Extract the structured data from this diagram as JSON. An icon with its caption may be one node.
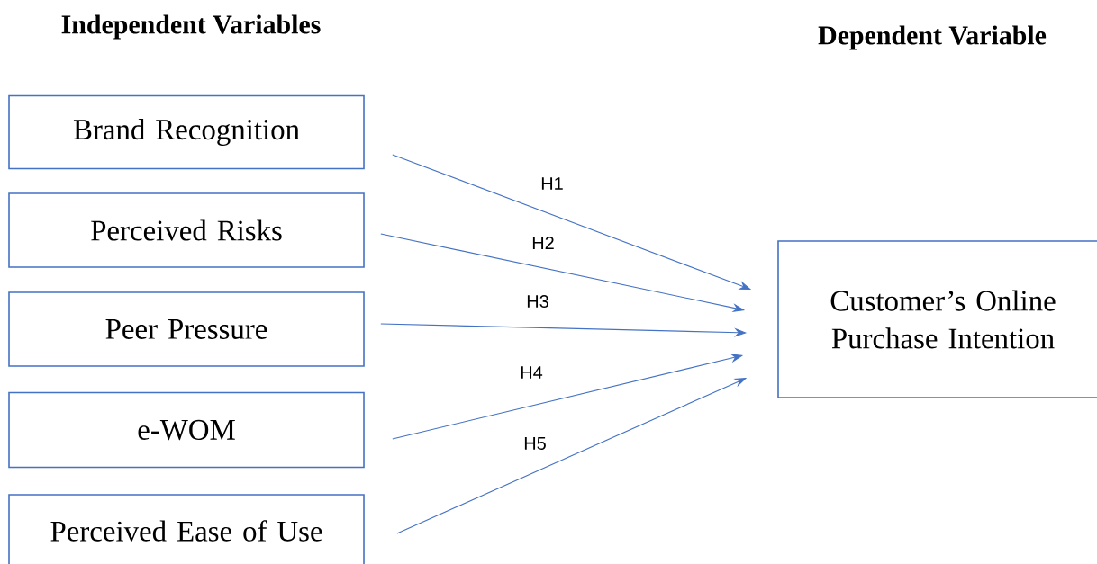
{
  "diagram": {
    "nodes": [
      {
        "text": [
          "Brand Recognition"
        ]
      },
      {
        "text": [
          "Perceived Risks"
        ]
      },
      {
        "text": [
          "Peer Pressure"
        ]
      },
      {
        "text": [
          "e-WOM"
        ]
      },
      {
        "text": [
          "Perceived Ease of Use"
        ]
      },
      {
        "text": [
          "Customer’s Online Purchase Intention"
        ]
      }
    ],
    "edges": [
      {
        "from": 0,
        "to": 5,
        "arrow": "to",
        "label": "H1"
      },
      {
        "from": 1,
        "to": 5,
        "arrow": "to",
        "label": "H2"
      },
      {
        "from": 2,
        "to": 5,
        "arrow": "to",
        "label": "H3"
      },
      {
        "from": 3,
        "to": 5,
        "arrow": "to",
        "label": "H4"
      },
      {
        "from": 4,
        "to": 5,
        "arrow": "to",
        "label": "H5"
      }
    ],
    "labels": [
      "Independent Variables",
      "Dependent Variable"
    ]
  }
}
